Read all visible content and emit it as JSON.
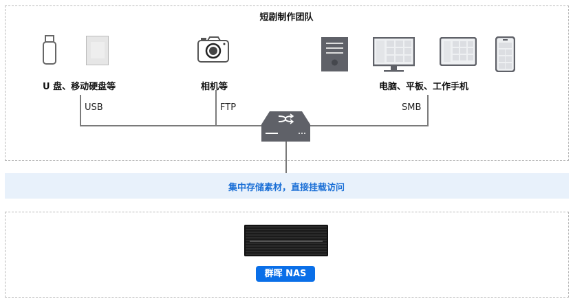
{
  "team_box": {
    "title": "短剧制作团队"
  },
  "groups": [
    {
      "label": "U 盘、移动硬盘等",
      "protocol": "USB"
    },
    {
      "label": "相机等",
      "protocol": "FTP"
    },
    {
      "label": "电脑、平板、工作手机",
      "protocol": "SMB"
    }
  ],
  "band": {
    "text": "集中存储素材，直接挂载访问"
  },
  "nas": {
    "badge": "群晖 NAS"
  },
  "colors": {
    "accent": "#0a6fe8",
    "band_bg": "#e8f1fb",
    "icon": "#5f6168"
  }
}
